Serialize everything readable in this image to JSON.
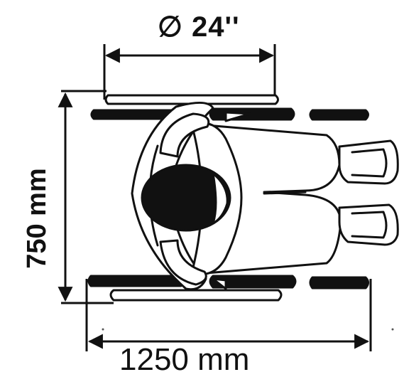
{
  "labels": {
    "wheel_diameter": "∅ 24''",
    "width": "750 mm",
    "length": "1250 mm"
  },
  "colors": {
    "ink": "#111111",
    "background": "#ffffff"
  }
}
